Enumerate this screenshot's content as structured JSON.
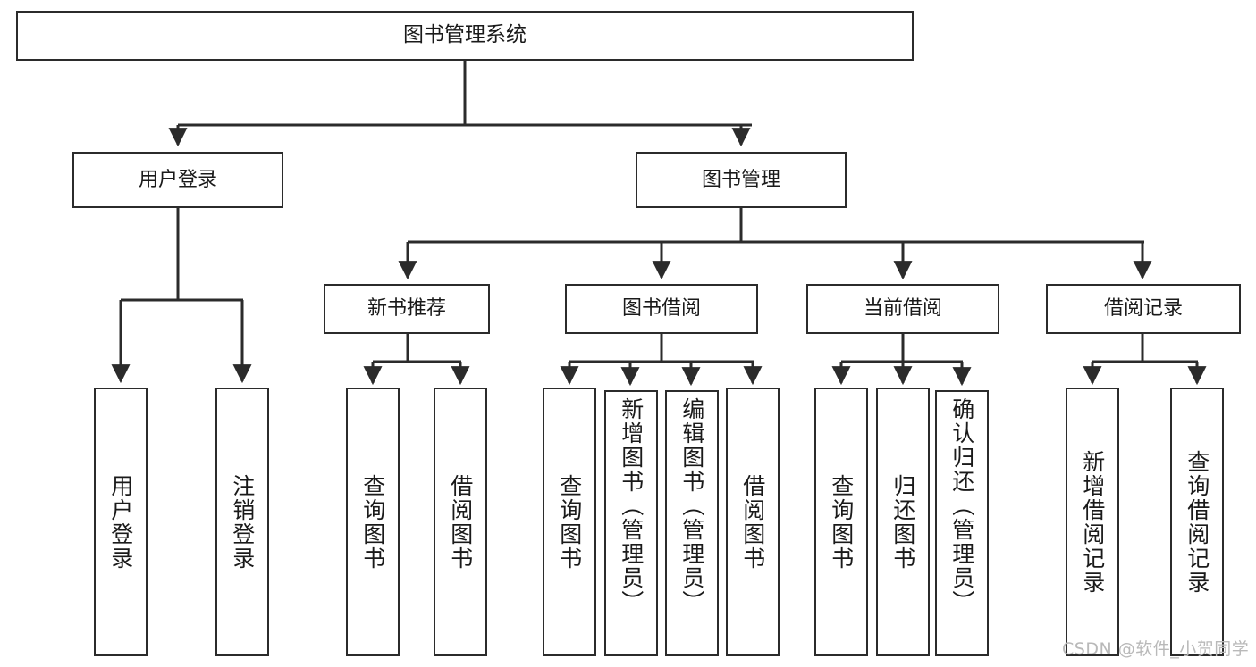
{
  "diagram": {
    "title": "图书管理系统",
    "watermark": "CSDN @软件_小贺同学",
    "line_color": "#2b2b2b",
    "box_fill": "#ffffff",
    "text_color": "#1a1a1a",
    "watermark_color": "#b9b9b9"
  },
  "nodes": {
    "root": {
      "label": "图书管理系统"
    },
    "level2": [
      {
        "label": "用户登录"
      },
      {
        "label": "图书管理"
      }
    ],
    "level3": [
      {
        "label": "新书推荐"
      },
      {
        "label": "图书借阅"
      },
      {
        "label": "当前借阅"
      },
      {
        "label": "借阅记录"
      }
    ],
    "leaves": {
      "user_login": [
        {
          "label": "用户登录"
        },
        {
          "label": "注销登录"
        }
      ],
      "new_book_recommend": [
        {
          "label": "查询图书"
        },
        {
          "label": "借阅图书"
        }
      ],
      "book_borrow": [
        {
          "label": "查询图书"
        },
        {
          "label": "新增图书（管理员）"
        },
        {
          "label": "编辑图书（管理员）"
        },
        {
          "label": "借阅图书"
        }
      ],
      "current_borrow": [
        {
          "label": "查询图书"
        },
        {
          "label": "归还图书"
        },
        {
          "label": "确认归还（管理员）"
        }
      ],
      "borrow_record": [
        {
          "label": "新增借阅记录"
        },
        {
          "label": "查询借阅记录"
        }
      ]
    }
  }
}
